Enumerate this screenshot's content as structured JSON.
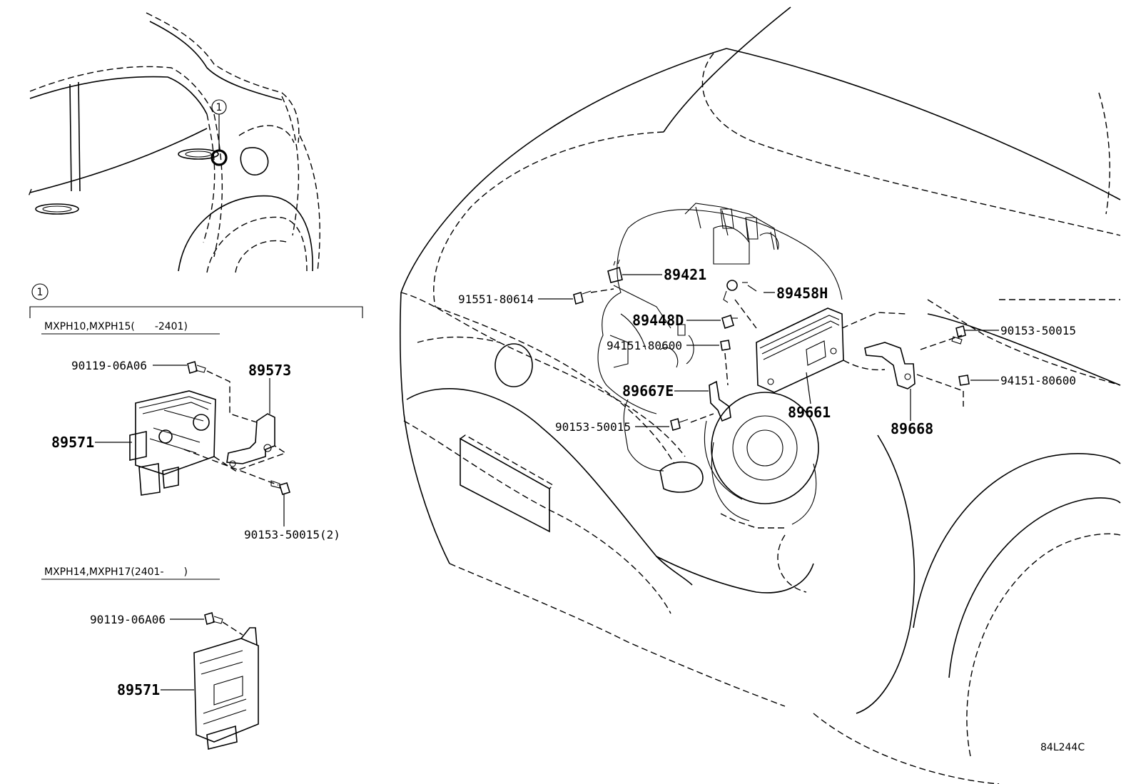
{
  "callout": {
    "number": "1"
  },
  "variants": [
    {
      "header": "MXPH10,MXPH15(　　-2401)"
    },
    {
      "header": "MXPH14,MXPH17(2401-　　)"
    }
  ],
  "parts": {
    "p_90119_a": "90119-06A06",
    "p_89573": "89573",
    "p_89571_a": "89571",
    "p_90153_2": "90153-50015(2)",
    "p_90119_b": "90119-06A06",
    "p_89571_b": "89571",
    "p_89421": "89421",
    "p_91551": "91551-80614",
    "p_89458H": "89458H",
    "p_89448D": "89448D",
    "p_94151_a": "94151-80600",
    "p_89667E": "89667E",
    "p_90153_a": "90153-50015",
    "p_89661": "89661",
    "p_90153_b": "90153-50015",
    "p_94151_b": "94151-80600",
    "p_89668": "89668"
  },
  "diagram_code": "84L244C"
}
